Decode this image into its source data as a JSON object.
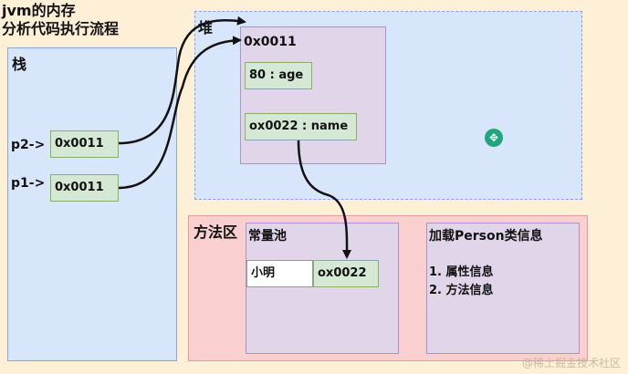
{
  "title": "jvm的内存\n分析代码执行流程",
  "stack": {
    "label": "栈",
    "vars": [
      {
        "name": "p2->",
        "value": "0x0011"
      },
      {
        "name": "p1->",
        "value": "0x0011"
      }
    ]
  },
  "heap": {
    "label": "堆",
    "object": {
      "address": "0x0011",
      "fields": [
        "80 : age",
        "ox0022 : name"
      ]
    }
  },
  "method_area": {
    "label": "方法区",
    "constant_pool": {
      "label": "常量池",
      "entry_value": "小明",
      "entry_address": "ox0022"
    },
    "class_info": {
      "label": "加载Person类信息",
      "items": [
        "1. 属性信息",
        "2. 方法信息"
      ]
    }
  },
  "watermark": "@稀土掘金技术社区",
  "colors": {
    "background": "#fdf0d6",
    "region_blue": "#d8e6fb",
    "region_red": "#f9cfcf",
    "object_purple": "#e1d5ea",
    "cell_green": "#d5e8d4"
  }
}
